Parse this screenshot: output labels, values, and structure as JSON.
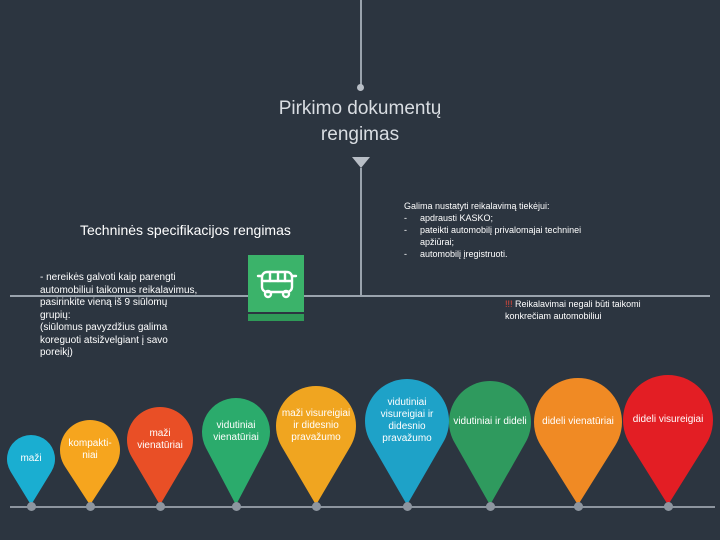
{
  "title": {
    "line1": "Pirkimo dokumentų",
    "line2": "rengimas"
  },
  "tech_spec": {
    "title": "Techninės specifikacijos rengimas"
  },
  "right_note": {
    "intro": "Galima nustatyti reikalavimą tiekėjui:",
    "items": [
      "apdrausti KASKO;",
      "pateikti automobilį privalomajai techninei apžiūrai;",
      "automobilį įregistruoti."
    ]
  },
  "warning": {
    "mark": "!!!",
    "text": "Reikalavimai negali būti taikomi konkrečiam automobiliui"
  },
  "left_note": {
    "text": "- nereikės galvoti kaip parengti automobiliui taikomus reikalavimus, pasirinkite vieną iš 9 siūlomų grupių:",
    "sub": "(siūlomus pavyzdžius galima koreguoti atsižvelgiant į savo poreikį)"
  },
  "icon": {
    "name": "bus-icon",
    "color": "#3bb36a"
  },
  "groups": [
    {
      "label": "maži",
      "color": "#1aaed1"
    },
    {
      "label": "kompakti-niai",
      "color": "#f6a51e"
    },
    {
      "label": "maži vienatūriai",
      "color": "#e94f26"
    },
    {
      "label": "vidutiniai vienatūriai",
      "color": "#2bab6c"
    },
    {
      "label": "maži visureigiai ir didesnio pravažumo",
      "color": "#f0a520"
    },
    {
      "label": "vidutiniai visureigiai ir didesnio pravažumo",
      "color": "#1ea2c8"
    },
    {
      "label": "vidutiniai ir dideli",
      "color": "#2f9a5e"
    },
    {
      "label": "dideli vienatūriai",
      "color": "#f08a24"
    },
    {
      "label": "dideli visureigiai",
      "color": "#e31e24"
    }
  ]
}
